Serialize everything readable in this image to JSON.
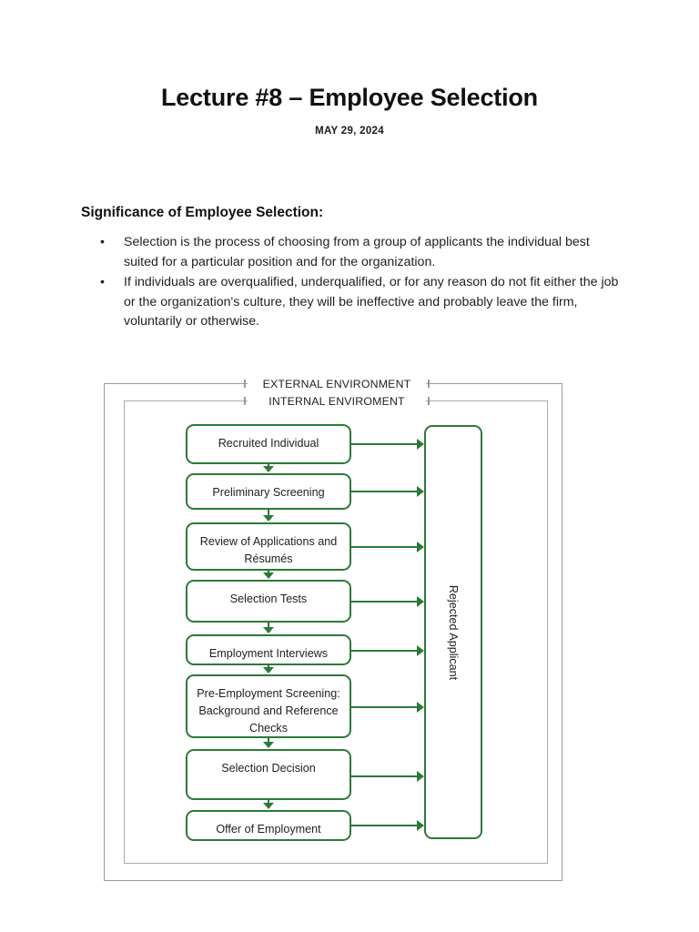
{
  "document": {
    "title": "Lecture #8 – Employee Selection",
    "date": "MAY 29, 2024"
  },
  "section": {
    "heading": "Significance of Employee Selection:",
    "bullet_marker": "•",
    "bullets": [
      "Selection is the process of choosing from a group of applicants the individual best suited for a particular position and for the organization.",
      "If individuals are overqualified, underqualified, or for any reason do not fit either the job or the organization's culture, they will be ineffective and probably leave the firm, voluntarily or otherwise."
    ]
  },
  "diagram": {
    "external_label": "EXTERNAL ENVIRONMENT",
    "internal_label": "INTERNAL ENVIROMENT",
    "rejected_label": "Rejected Applicant",
    "accent_color": "#2b7a37",
    "frame_color": "#9a9a9a",
    "steps": [
      {
        "label": "Recruited Individual"
      },
      {
        "label": "Preliminary Screening"
      },
      {
        "label": "Review of Applications and Résumés"
      },
      {
        "label": "Selection Tests"
      },
      {
        "label": "Employment Interviews"
      },
      {
        "label": "Pre-Employment Screening: Background and Reference Checks"
      },
      {
        "label": "Selection Decision"
      },
      {
        "label": "Offer of Employment"
      }
    ]
  }
}
